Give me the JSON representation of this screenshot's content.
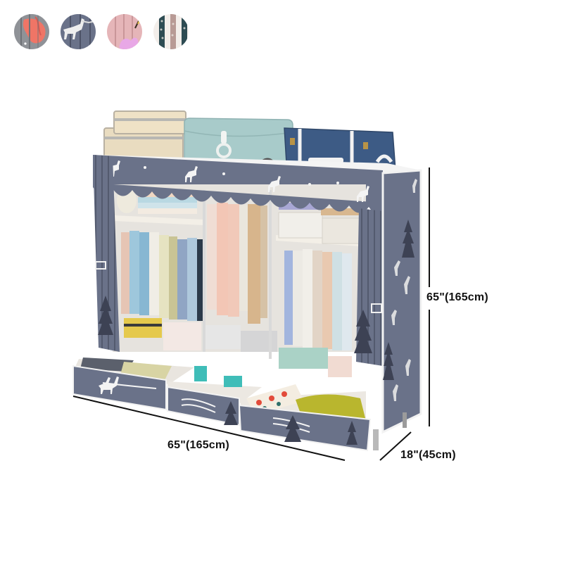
{
  "product": {
    "type": "fabric-wardrobe",
    "pattern": "deer-and-pine-tree",
    "colors": {
      "fabric": "#6a7289",
      "fabric_dark": "#5b6277",
      "frame": "#f2f2f2",
      "shelf": "#efe9df",
      "tree": "#3d4254",
      "deer": "#f4f4f4"
    }
  },
  "swatches": [
    {
      "name": "flamingo-gray",
      "base": "#8f9297",
      "accent": "#ef7566"
    },
    {
      "name": "deer-gray",
      "base": "#6a7289",
      "accent": "#eeeeee"
    },
    {
      "name": "pink-floral",
      "base": "#e5b5b8",
      "accent": "#d58ad6"
    },
    {
      "name": "botanical-stripe",
      "base": "#f3eeea",
      "accent": "#2e4c53"
    }
  ],
  "dimensions": {
    "height": "65\"(165cm)",
    "width": "65\"(165cm)",
    "depth": "18\"(45cm)"
  }
}
